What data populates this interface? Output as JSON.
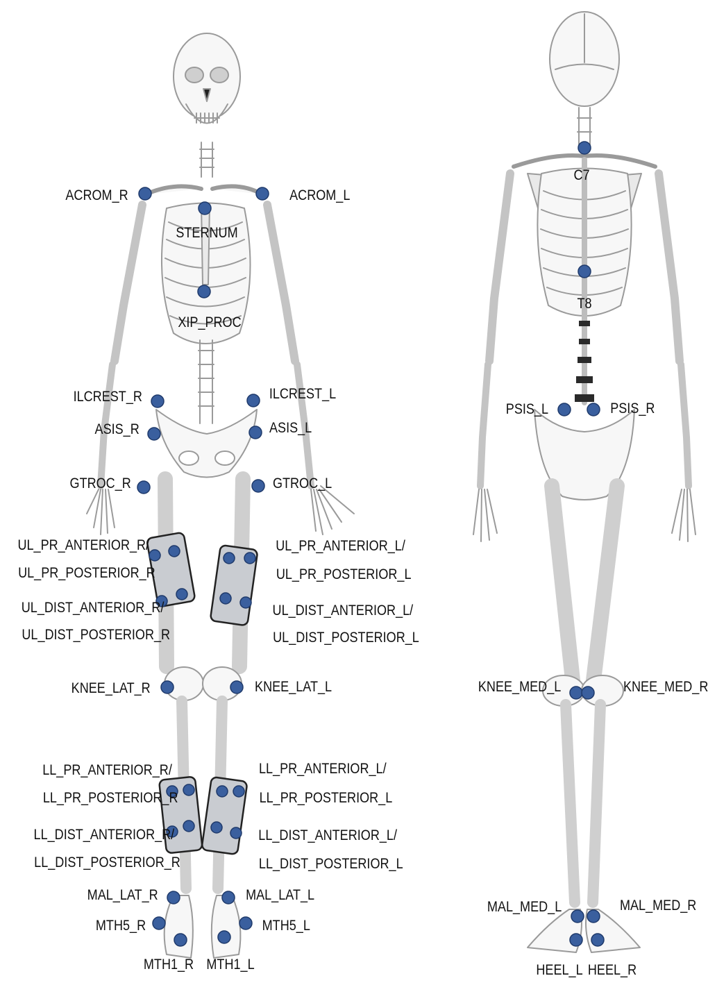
{
  "colors": {
    "marker_fill": "#3a5f9e",
    "marker_stroke": "#1f3a6b",
    "bone_stroke": "#9a9a9a",
    "bone_fill": "#f7f7f7",
    "shadow": "#d6d6d6",
    "pad_fill": "#c9ccd1",
    "pad_stroke": "#222222",
    "label": "#111111"
  },
  "front_view": {
    "markers": {
      "acrom_r": "ACROM_R",
      "acrom_l": "ACROM_L",
      "sternum": "STERNUM",
      "xip_proc": "XIP_PROC",
      "ilcrest_r": "ILCREST_R",
      "ilcrest_l": "ILCREST_L",
      "asis_r": "ASIS_R",
      "asis_l": "ASIS_L",
      "gtroc_r": "GTROC_R",
      "gtroc_l": "GTROC_L",
      "knee_lat_r": "KNEE_LAT_R",
      "knee_lat_l": "KNEE_LAT_L",
      "mal_lat_r": "MAL_LAT_R",
      "mal_lat_l": "MAL_LAT_L",
      "mth5_r": "MTH5_R",
      "mth5_l": "MTH5_L",
      "mth1_r": "MTH1_R",
      "mth1_l": "MTH1_L"
    },
    "pads": {
      "ul_pr_r_line1": "UL_PR_ANTERIOR_R/",
      "ul_pr_r_line2": "UL_PR_POSTERIOR_R",
      "ul_dist_r_line1": "UL_DIST_ANTERIOR_R/",
      "ul_dist_r_line2": "UL_DIST_POSTERIOR_R",
      "ul_pr_l_line1": "UL_PR_ANTERIOR_L/",
      "ul_pr_l_line2": "UL_PR_POSTERIOR_L",
      "ul_dist_l_line1": "UL_DIST_ANTERIOR_L/",
      "ul_dist_l_line2": "UL_DIST_POSTERIOR_L",
      "ll_pr_r_line1": "LL_PR_ANTERIOR_R/",
      "ll_pr_r_line2": "LL_PR_POSTERIOR_R",
      "ll_dist_r_line1": "LL_DIST_ANTERIOR_R/",
      "ll_dist_r_line2": "LL_DIST_POSTERIOR_R",
      "ll_pr_l_line1": "LL_PR_ANTERIOR_L/",
      "ll_pr_l_line2": "LL_PR_POSTERIOR_L",
      "ll_dist_l_line1": "LL_DIST_ANTERIOR_L/",
      "ll_dist_l_line2": "LL_DIST_POSTERIOR_L"
    }
  },
  "back_view": {
    "markers": {
      "c7": "C7",
      "t8": "T8",
      "psis_l": "PSIS_L",
      "psis_r": "PSIS_R",
      "knee_med_l": "KNEE_MED_L",
      "knee_med_r": "KNEE_MED_R",
      "mal_med_l": "MAL_MED_L",
      "mal_med_r": "MAL_MED_R",
      "heel_l": "HEEL_L",
      "heel_r": "HEEL_R"
    }
  }
}
